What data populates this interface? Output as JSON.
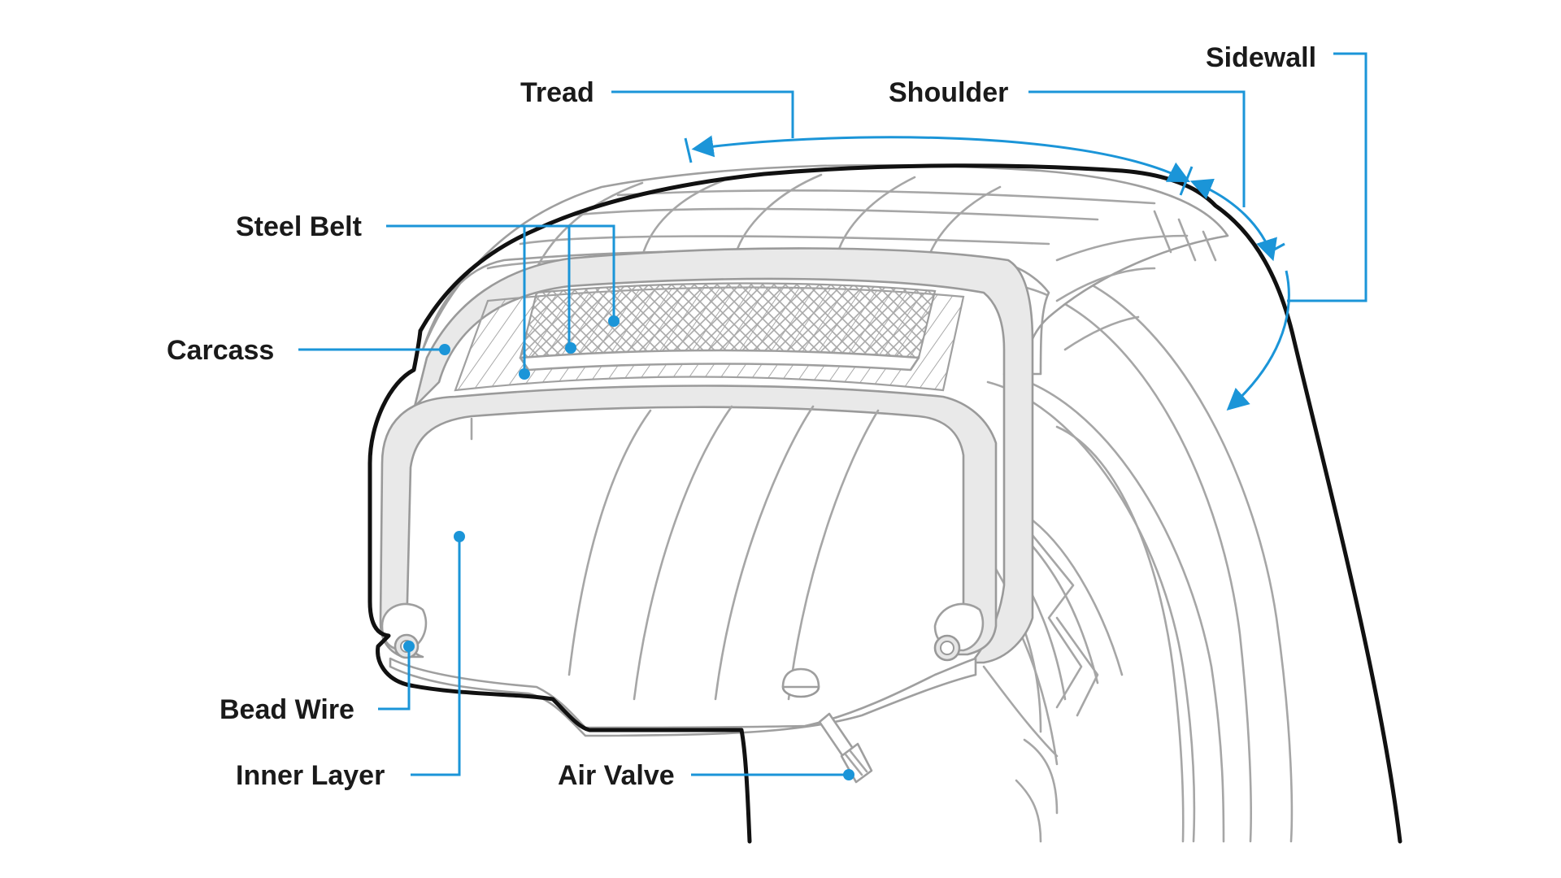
{
  "diagram": {
    "accent_color": "#1b95d8",
    "outline_color": "#111111",
    "line_color": "#a6a6a6",
    "labels": {
      "tread": "Tread",
      "shoulder": "Shoulder",
      "sidewall": "Sidewall",
      "steel_belt": "Steel Belt",
      "carcass": "Carcass",
      "bead_wire": "Bead Wire",
      "inner_layer": "Inner Layer",
      "air_valve": "Air Valve"
    }
  }
}
